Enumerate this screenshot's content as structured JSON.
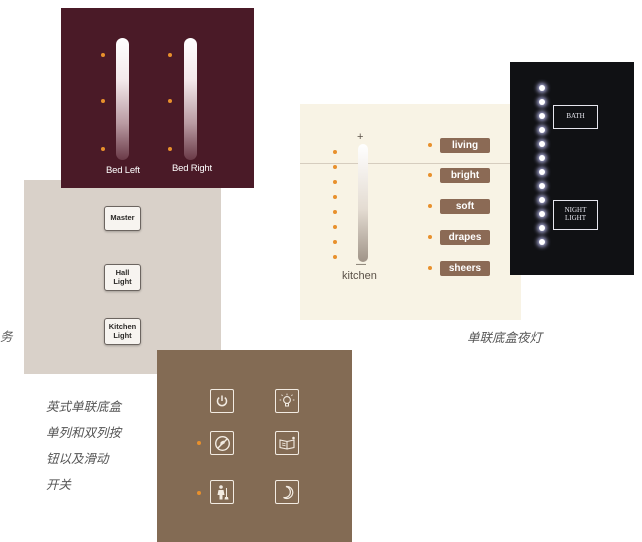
{
  "maroon_panel": {
    "sliders": [
      {
        "label": "Bed Left"
      },
      {
        "label": "Bed Right"
      }
    ]
  },
  "beige_panel": {
    "buttons": [
      {
        "line1": "Master",
        "line2": ""
      },
      {
        "line1": "Hall",
        "line2": "Light"
      },
      {
        "line1": "Kitchen",
        "line2": "Light"
      }
    ]
  },
  "cream_panel": {
    "slider_plus": "+",
    "slider_minus": "—",
    "slider_label": "kitchen",
    "scenes": [
      "living",
      "bright",
      "soft",
      "drapes",
      "sheers"
    ]
  },
  "night_panel": {
    "buttons": [
      {
        "line1": "BATH",
        "line2": ""
      },
      {
        "line1": "NIGHT",
        "line2": "LIGHT"
      }
    ]
  },
  "brown_panel": {
    "icons": [
      "power-icon",
      "lightbulb-icon",
      "do-not-disturb-icon",
      "reading-light-icon",
      "housekeeping-icon",
      "moon-icon"
    ]
  },
  "captions": {
    "night_light": "单联底盒夜灯",
    "uk": [
      "英式单联底盒",
      "单列和双列按",
      "钮以及滑动",
      "开关"
    ],
    "edge_fragment": "务"
  },
  "colors": {
    "maroon": "#4a1a27",
    "beige": "#d9d1c9",
    "brown": "#836b54",
    "cream": "#f8f3e5",
    "night": "#101114",
    "indicator_orange": "#e8902c",
    "scene_button": "#8b6a55"
  }
}
